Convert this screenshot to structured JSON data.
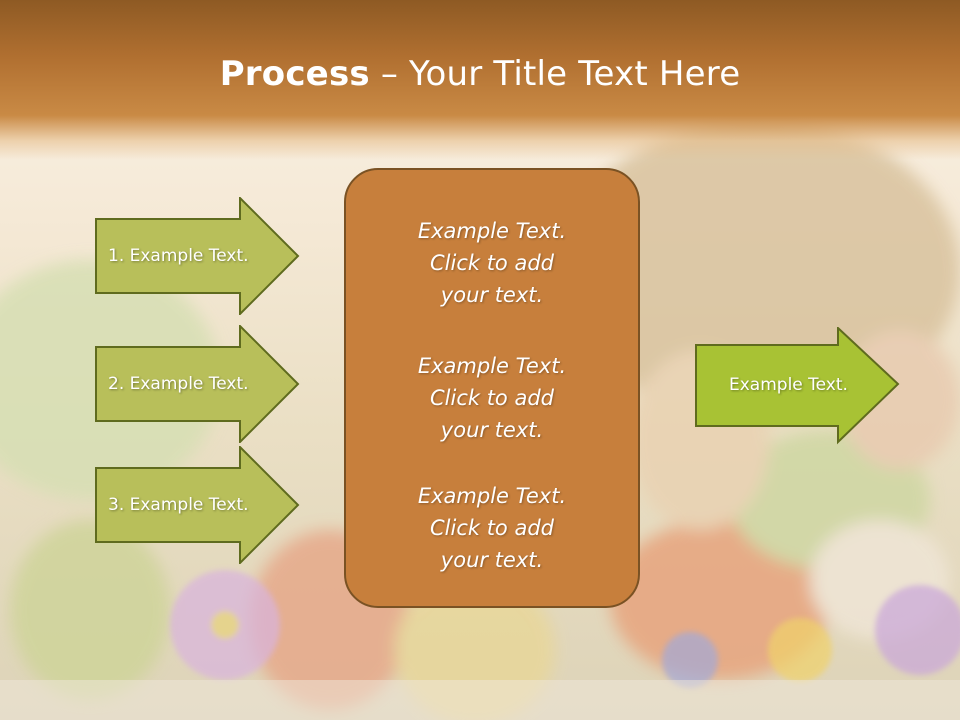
{
  "title": {
    "bold": "Process",
    "rest": " – Your Title Text Here"
  },
  "left_arrows": [
    {
      "label": "1. Example Text."
    },
    {
      "label": "2. Example Text."
    },
    {
      "label": "3. Example Text."
    }
  ],
  "center_box": {
    "items": [
      {
        "lines": [
          "Example Text.",
          "Click  to add",
          "your text."
        ]
      },
      {
        "lines": [
          "Example Text.",
          "Click  to add",
          "your text."
        ]
      },
      {
        "lines": [
          "Example Text.",
          "Click  to add",
          "your text."
        ]
      }
    ]
  },
  "right_arrow": {
    "label": "Example Text."
  },
  "colors": {
    "header": "#b06f30",
    "left_arrow_fill": "#b8bf5a",
    "right_arrow_fill": "#a8c234",
    "center_box_fill": "#c77f3c",
    "outline": "#5f6b1e"
  }
}
